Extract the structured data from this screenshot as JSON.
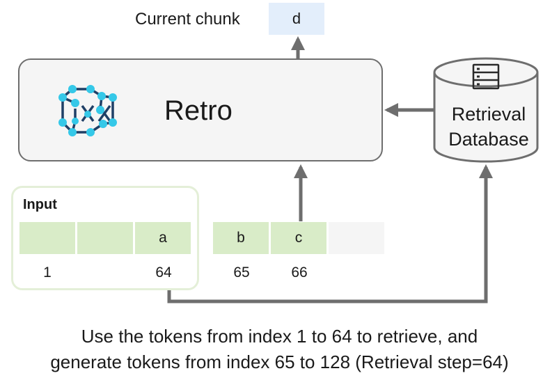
{
  "current_chunk": {
    "label": "Current chunk",
    "token": "d"
  },
  "model": {
    "name": "Retro",
    "logo_icon": "molecule-network-icon"
  },
  "database": {
    "line1": "Retrieval",
    "line2": "Database",
    "icon": "server-rack-icon"
  },
  "input": {
    "label": "Input"
  },
  "tokens": [
    "",
    "",
    "a",
    "b",
    "c",
    ""
  ],
  "indices": [
    "1",
    "64",
    "65",
    "66"
  ],
  "caption": {
    "line1": "Use the tokens from index 1 to 64 to retrieve, and",
    "line2": "generate tokens from index 65 to 128 (Retrieval step=64)"
  },
  "colors": {
    "token_green": "#d9ecc8",
    "token_gray": "#f5f5f5",
    "chunk_blue": "#e3eefb",
    "arrow": "#6e6e6e",
    "node_cyan": "#35c8e8",
    "bond_navy": "#1f3f66"
  }
}
